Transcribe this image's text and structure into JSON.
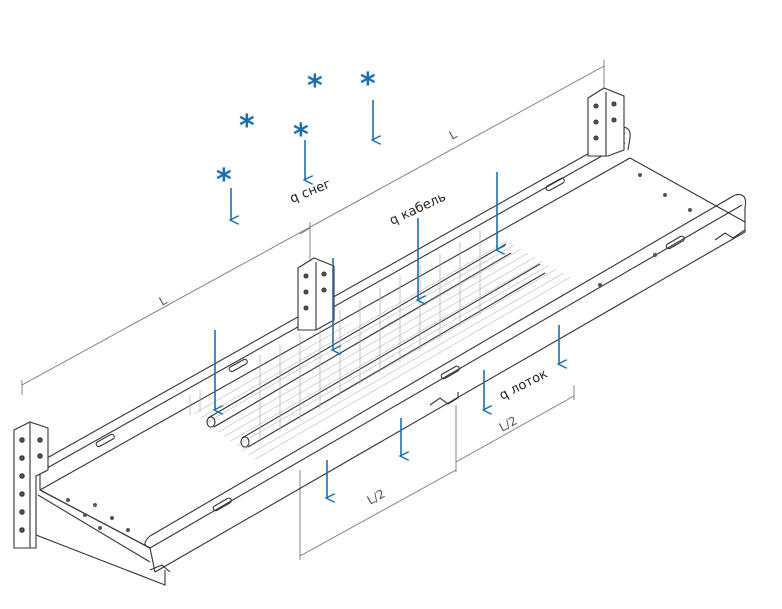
{
  "colors": {
    "load_arrow": "#1a6fb0",
    "line": "#333333",
    "dim_line": "#777777",
    "background": "#ffffff"
  },
  "labels": {
    "q_snow": "q снег",
    "q_cable": "q кабель",
    "q_tray": "q лоток",
    "span_L_top": "L",
    "span_L_left": "L",
    "half_span_bottom": "L/2",
    "half_span_right": "L/2"
  },
  "snow_symbol": "*"
}
